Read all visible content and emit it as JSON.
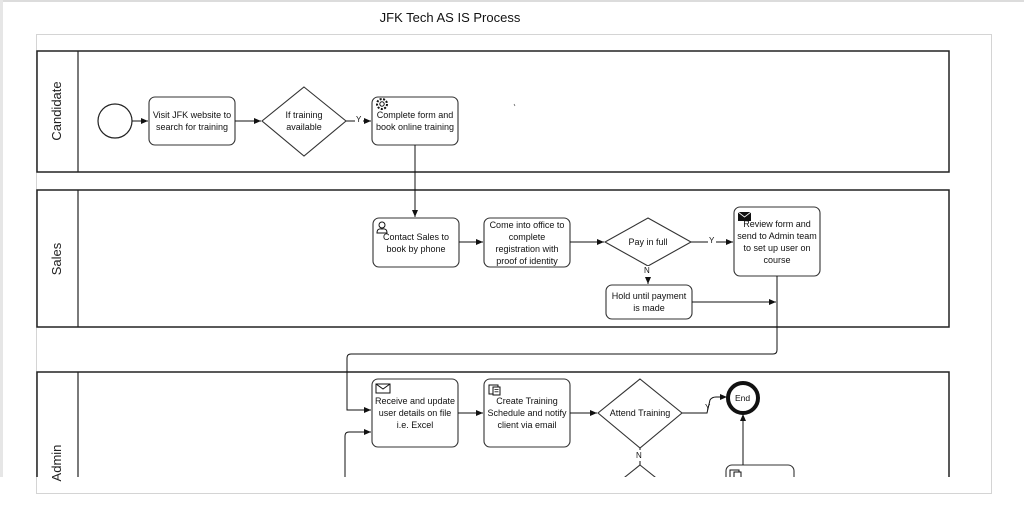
{
  "title": "JFK Tech AS IS Process",
  "lanes": [
    {
      "label": "Candidate"
    },
    {
      "label": "Sales"
    },
    {
      "label": "Admin"
    }
  ],
  "nodes": {
    "visit_website": {
      "label": "Visit JFK website to search for training",
      "type": "task"
    },
    "if_training": {
      "label": "If training available",
      "type": "gateway"
    },
    "complete_form": {
      "label": "Complete form and book online training",
      "type": "task",
      "icon": "gear-icon"
    },
    "contact_sales": {
      "label": "Contact Sales to book by phone",
      "type": "task",
      "icon": "user-icon"
    },
    "come_into_office": {
      "label": "Come into office to complete registration with proof of identity",
      "type": "task"
    },
    "pay_in_full": {
      "label": "Pay in full",
      "type": "gateway"
    },
    "hold_payment": {
      "label": "Hold until payment is made",
      "type": "task"
    },
    "review_form": {
      "label": "Review form and send  to Admin team to set up user on course",
      "type": "task",
      "icon": "envelope-filled-icon"
    },
    "receive_update": {
      "label": "Receive and update user details on file i.e. Excel",
      "type": "task",
      "icon": "envelope-icon"
    },
    "create_schedule": {
      "label": "Create Training Schedule and notify client via email",
      "type": "task",
      "icon": "script-icon"
    },
    "attend_training": {
      "label": "Attend Training",
      "type": "gateway"
    },
    "end": {
      "label": "End",
      "type": "end-event"
    }
  },
  "edge_labels": {
    "training_yes": "Y",
    "pay_yes": "Y",
    "pay_no": "N",
    "attend_yes": "Y",
    "attend_no": "N"
  }
}
